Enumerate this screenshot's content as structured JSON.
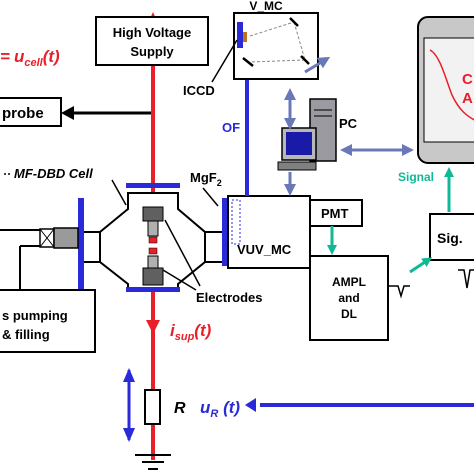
{
  "colors": {
    "red": "#e8202a",
    "blue": "#2a2ad8",
    "gray_blue": "#6a78b8",
    "teal": "#11b895",
    "cyan_arrow": "#1fbfa0",
    "box_fill": "#c0c0c0",
    "screen_fill": "#e6e6e6"
  },
  "labels": {
    "hv_line1": "High Voltage",
    "hv_line2": "Supply",
    "v_mc": "V_MC",
    "iccd": "ICCD",
    "of": "OF",
    "pc": "PC",
    "probe": "probe",
    "u_eq": "=",
    "u_cell": "u",
    "u_cell_sub": "cell",
    "u_cell_paren": "(t)",
    "mf_dbd": "MF-DBD  Cell",
    "mgf2": "MgF",
    "mgf2_sub": "2",
    "vuv_mc": "VUV_MC",
    "pmt": "PMT",
    "signal": "Signal",
    "sig": "Sig.",
    "ampl_line1": "AMPL",
    "ampl_line2": "and",
    "ampl_line3": "DL",
    "electrodes": "Electrodes",
    "pumping_line1": "s pumping",
    "pumping_line2": "& filling",
    "i_sup": "i",
    "i_sup_sub": "sup",
    "i_sup_paren": "(t)",
    "r": "R",
    "u_r": "u",
    "u_r_sub": "R",
    "u_r_paren": " (t)",
    "scope_partial_1": "C",
    "scope_partial_2": "A"
  }
}
